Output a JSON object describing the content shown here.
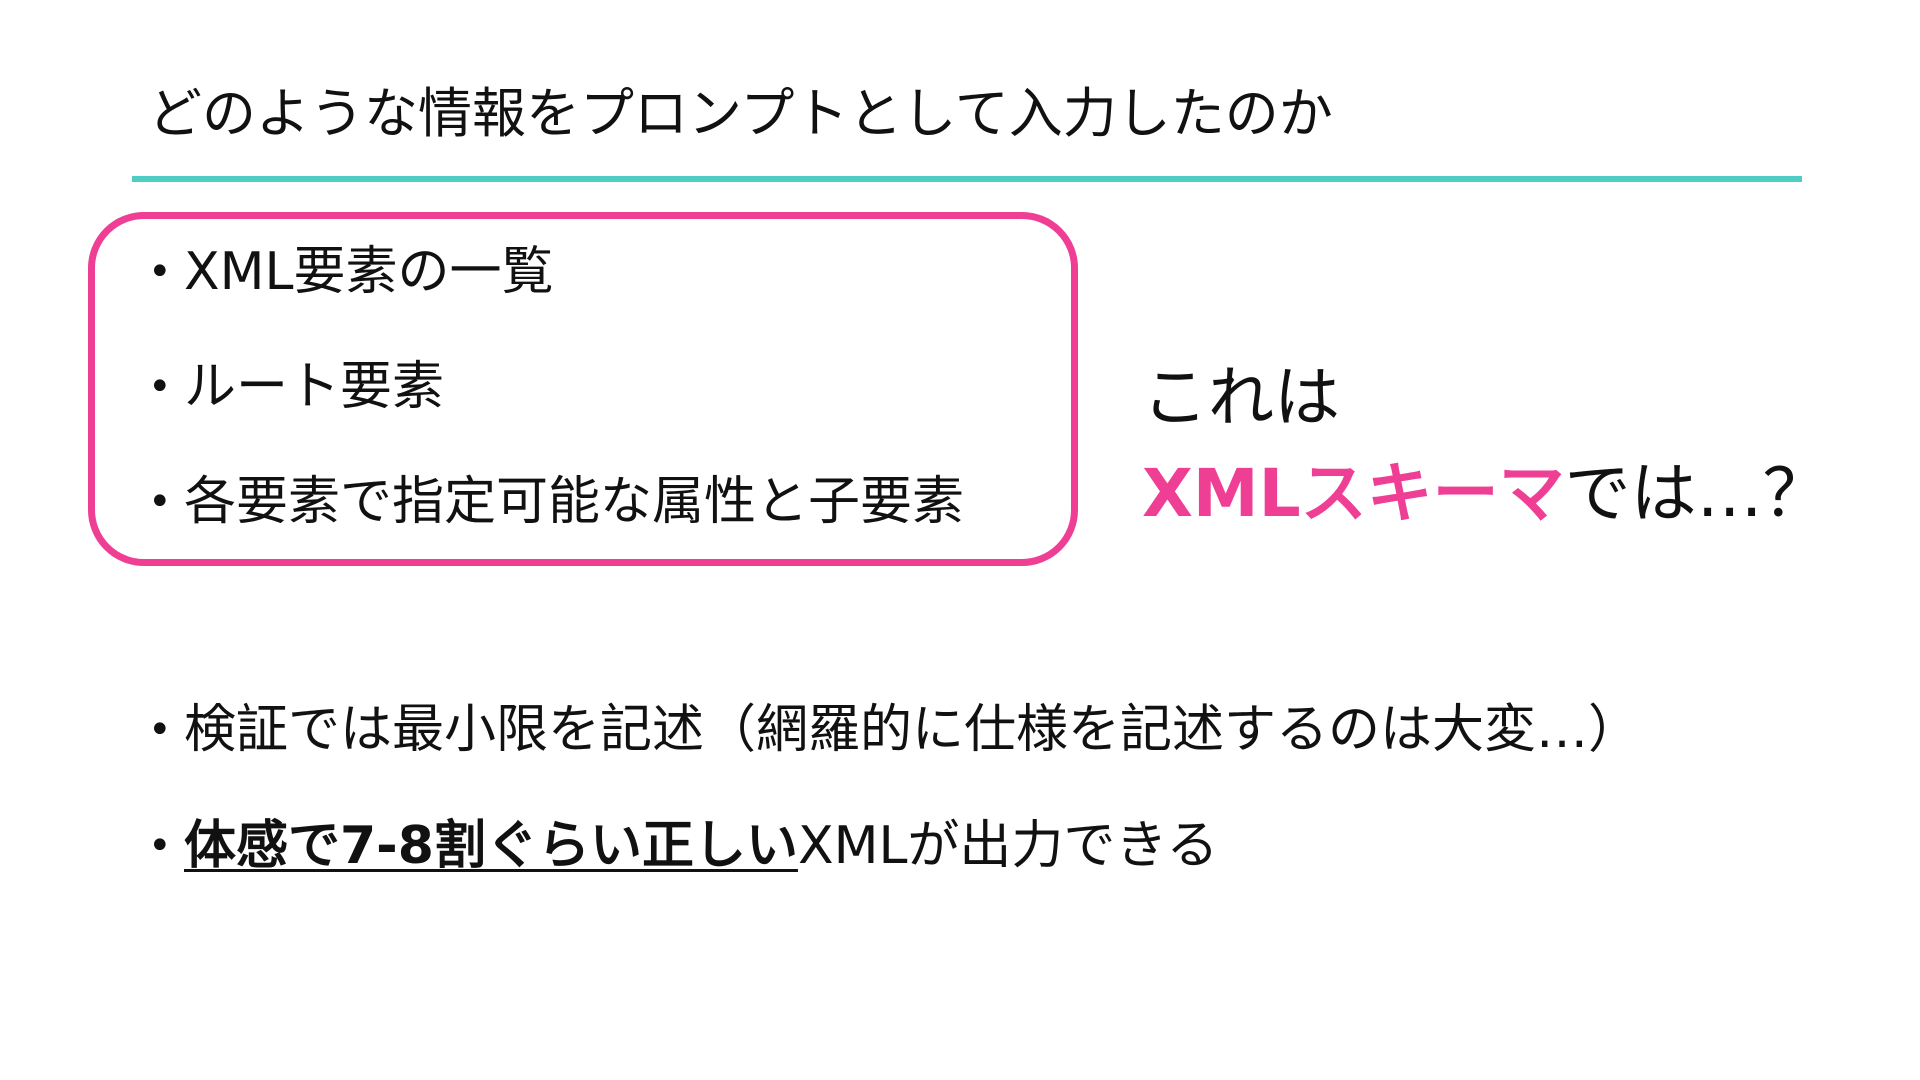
{
  "slide": {
    "title": "どのような情報をプロンプトとして入力したのか"
  },
  "colors": {
    "rule": "#4ecdc4",
    "accent": "#ee3f95",
    "text": "#111111",
    "background": "#ffffff"
  },
  "bullet_glyph": "•",
  "prompt_inputs": [
    "XML要素の一覧",
    "ルート要素",
    "各要素で指定可能な属性と子要素"
  ],
  "callout": {
    "line1": "これは",
    "accent": "XMLスキーマ",
    "suffix": "では…？"
  },
  "notes": {
    "item1": "検証では最小限を記述（網羅的に仕様を記述するのは大変…）",
    "item2_emphasis": "体感で7-8割ぐらい正しい",
    "item2_rest": "XMLが出力できる"
  }
}
